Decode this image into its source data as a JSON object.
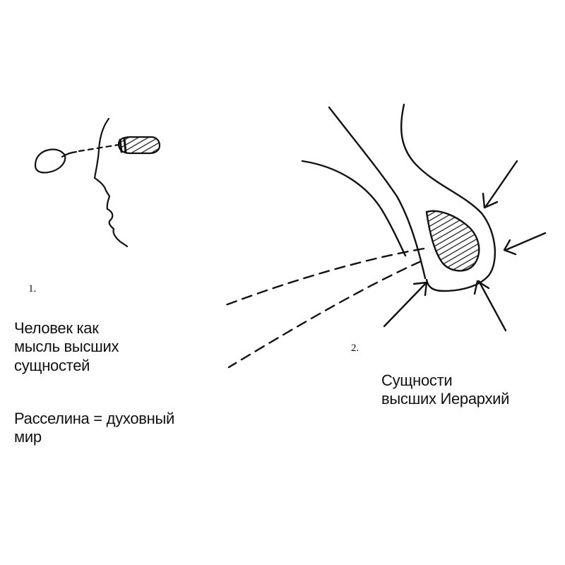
{
  "figure1": {
    "number": "1.",
    "caption_human": "Человек как\nмысль высших\nсущностей",
    "caption_cleft": "Расселина = духовный\nмир"
  },
  "figure2": {
    "number": "2.",
    "caption_beings": "Сущности\nвысших Иерархий"
  },
  "colors": {
    "ink": "#111111",
    "background": "#ffffff"
  }
}
